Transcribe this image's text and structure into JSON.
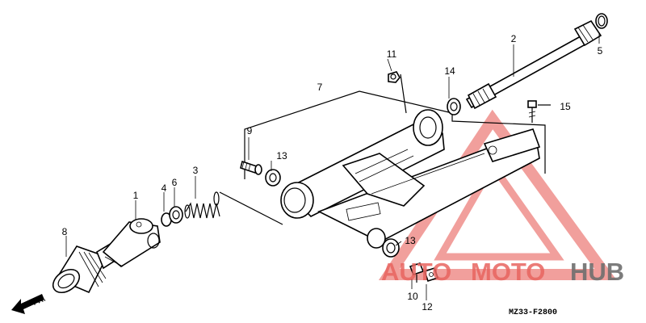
{
  "diagram": {
    "parts": [
      {
        "number": "1"
      },
      {
        "number": "2"
      },
      {
        "number": "3"
      },
      {
        "number": "4"
      },
      {
        "number": "5"
      },
      {
        "number": "6"
      },
      {
        "number": "7"
      },
      {
        "number": "8"
      },
      {
        "number": "9"
      },
      {
        "number": "10"
      },
      {
        "number": "11"
      },
      {
        "number": "12"
      },
      {
        "number": "13"
      },
      {
        "number": "13"
      },
      {
        "number": "14"
      },
      {
        "number": "15"
      }
    ],
    "direction_label": "FR.",
    "figure_code": "MZ33-F2800"
  },
  "watermark": {
    "part1": "AUTO",
    "part2": "MOTO",
    "part3": "HUB",
    "colors": {
      "red": "#e8645f",
      "gray": "#6e6e6e"
    }
  }
}
